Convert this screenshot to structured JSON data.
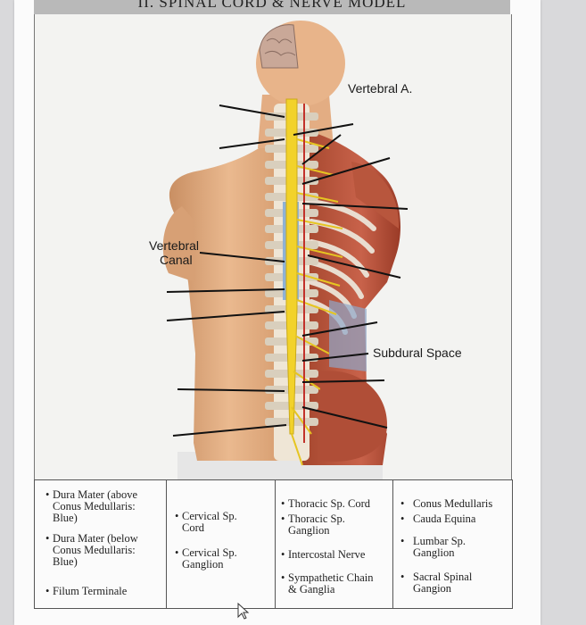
{
  "header": {
    "title": "II. SPINAL CORD & NERVE MODEL"
  },
  "figure": {
    "labels": {
      "vertebral_artery": "Vertebral A.",
      "vertebral_canal_line1": "Vertebral",
      "vertebral_canal_line2": "Canal",
      "subdural_space": "Subdural Space"
    }
  },
  "word_bank": {
    "columns": [
      {
        "items": [
          {
            "bullet": "•",
            "lines": [
              "Dura Mater (above",
              "Conus Medullaris:",
              "Blue)"
            ]
          },
          {
            "bullet": "•",
            "lines": [
              "Dura Mater (below",
              "Conus Medullaris:",
              "Blue)"
            ]
          },
          {
            "bullet": "•",
            "lines": [
              "Filum Terminale"
            ]
          }
        ]
      },
      {
        "items": [
          {
            "bullet": "•",
            "lines": [
              "Cervical Sp.",
              "Cord"
            ]
          },
          {
            "bullet": "•",
            "lines": [
              "Cervical Sp.",
              "Ganglion"
            ]
          }
        ]
      },
      {
        "items": [
          {
            "bullet": "•",
            "lines": [
              "Thoracic Sp. Cord"
            ]
          },
          {
            "bullet": "•",
            "lines": [
              "Thoracic Sp.",
              "Ganglion"
            ]
          },
          {
            "bullet": "•",
            "lines": [
              "Intercostal Nerve"
            ]
          },
          {
            "bullet": "•",
            "lines": [
              "Sympathetic Chain",
              "& Ganglia"
            ]
          }
        ]
      },
      {
        "items": [
          {
            "bullet": "•",
            "lines": [
              "Conus Medullaris"
            ]
          },
          {
            "bullet": "•",
            "lines": [
              "Cauda Equina"
            ]
          },
          {
            "bullet": "•",
            "lines": [
              "Lumbar Sp.",
              "Ganglion"
            ]
          },
          {
            "bullet": "•",
            "lines": [
              "Sacral Spinal",
              "Gangion"
            ]
          }
        ]
      }
    ]
  },
  "cursor": {
    "icon": "mouse-pointer-icon"
  }
}
